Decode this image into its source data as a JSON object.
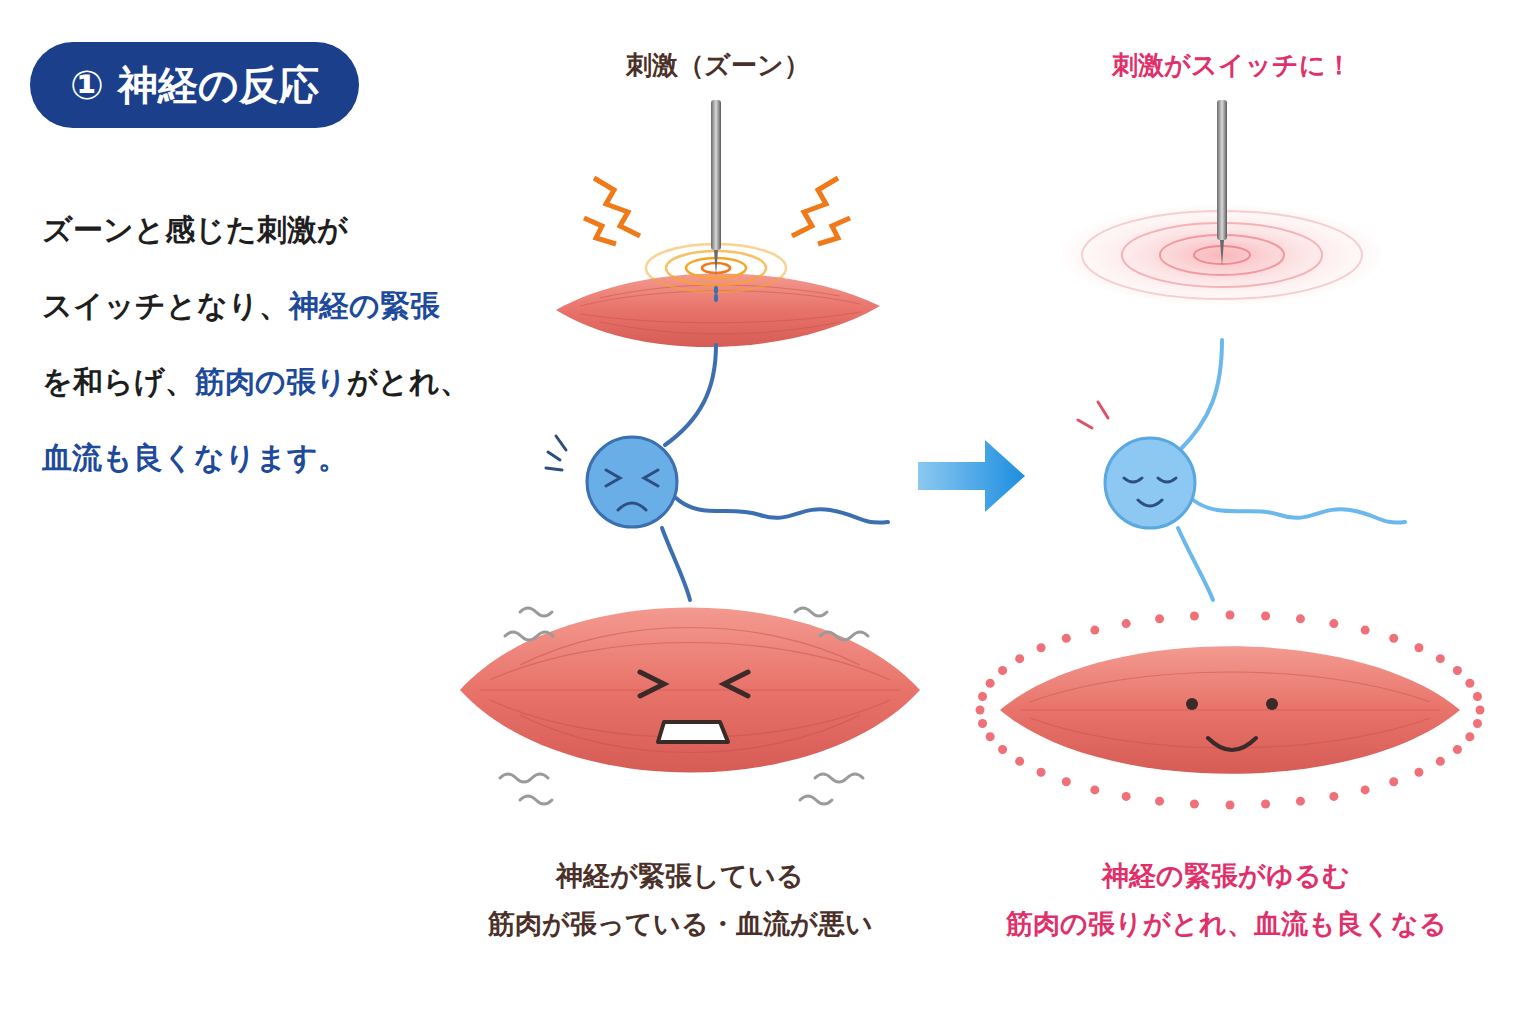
{
  "diagram": {
    "title": "① 神経の反応",
    "labels": [
      "ズーンと感じた刺激が",
      "スイッチとなり、",
      "神経の緊張",
      "を和らげ、",
      "筋肉の張り",
      "がとれ、",
      "血流も良くなります。",
      "刺激（ズーン）",
      "刺激がスイッチに！",
      "神経が緊張している",
      "筋肉が張っている・血流が悪い",
      "神経の緊張がゆるむ",
      "筋肉の張りがとれ、血流も良くなる"
    ]
  }
}
